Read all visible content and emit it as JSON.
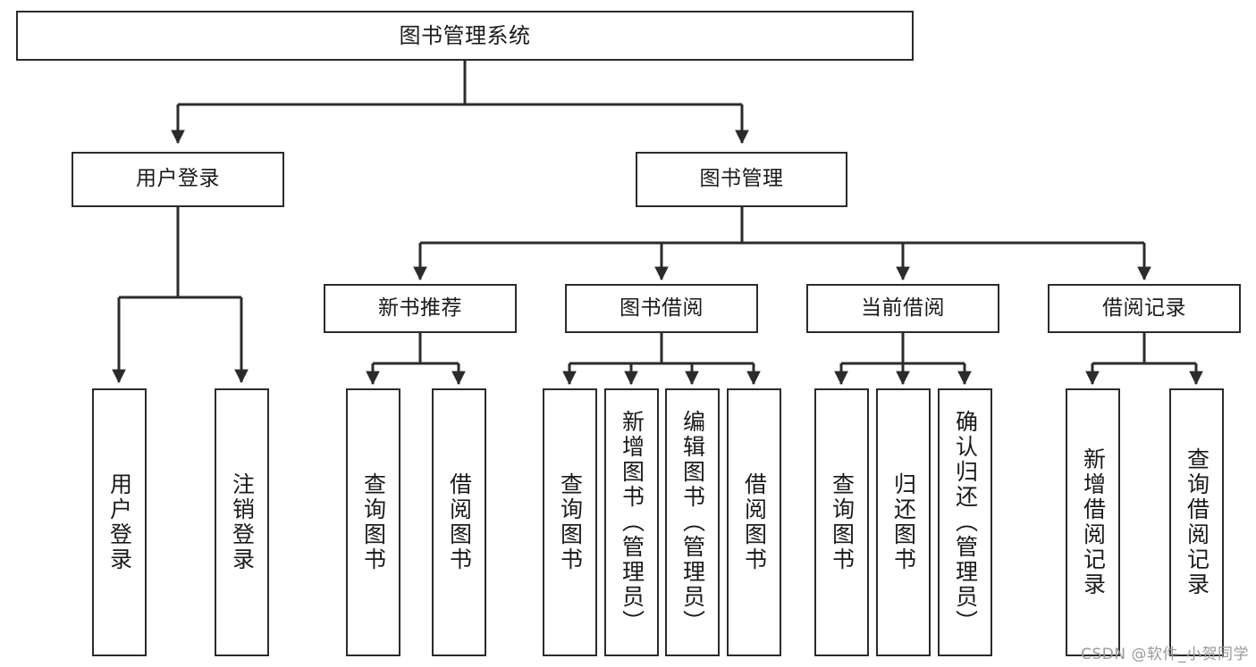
{
  "diagram": {
    "type": "tree",
    "orientation": "top-down",
    "title": "图书管理系统",
    "line_color": "#2b2b2b",
    "box_fill": "#ffffff",
    "text_color": "#1a1a1a",
    "watermark": "CSDN @软件_小贺同学",
    "levels": {
      "level1": "系统",
      "level2": "模块",
      "level3": "子模块",
      "level4": "功能"
    }
  },
  "nodes": {
    "root": {
      "label": "图书管理系统"
    },
    "level2": [
      {
        "id": "user-login",
        "label": "用户登录"
      },
      {
        "id": "book-manage",
        "label": "图书管理"
      }
    ],
    "level3": [
      {
        "id": "new-book-rec",
        "label": "新书推荐",
        "parent": "book-manage"
      },
      {
        "id": "book-borrow",
        "label": "图书借阅",
        "parent": "book-manage"
      },
      {
        "id": "current-borrow",
        "label": "当前借阅",
        "parent": "book-manage"
      },
      {
        "id": "borrow-record",
        "label": "借阅记录",
        "parent": "book-manage"
      }
    ],
    "leaves": [
      {
        "id": "leaf-user-login",
        "label": "用户登录",
        "parent": "user-login"
      },
      {
        "id": "leaf-user-logout",
        "label": "注销登录",
        "parent": "user-login"
      },
      {
        "id": "leaf-query-book-1",
        "label": "查询图书",
        "parent": "new-book-rec"
      },
      {
        "id": "leaf-borrow-book-1",
        "label": "借阅图书",
        "parent": "new-book-rec"
      },
      {
        "id": "leaf-query-book-2",
        "label": "查询图书",
        "parent": "book-borrow"
      },
      {
        "id": "leaf-add-book",
        "label": "新增图书（管理员）",
        "parent": "book-borrow"
      },
      {
        "id": "leaf-edit-book",
        "label": "编辑图书（管理员）",
        "parent": "book-borrow"
      },
      {
        "id": "leaf-borrow-book-2",
        "label": "借阅图书",
        "parent": "book-borrow"
      },
      {
        "id": "leaf-query-book-3",
        "label": "查询图书",
        "parent": "current-borrow"
      },
      {
        "id": "leaf-return-book",
        "label": "归还图书",
        "parent": "current-borrow"
      },
      {
        "id": "leaf-confirm-return",
        "label": "确认归还（管理员）",
        "parent": "current-borrow"
      },
      {
        "id": "leaf-add-record",
        "label": "新增借阅记录",
        "parent": "borrow-record"
      },
      {
        "id": "leaf-query-record",
        "label": "查询借阅记录",
        "parent": "borrow-record"
      }
    ]
  }
}
